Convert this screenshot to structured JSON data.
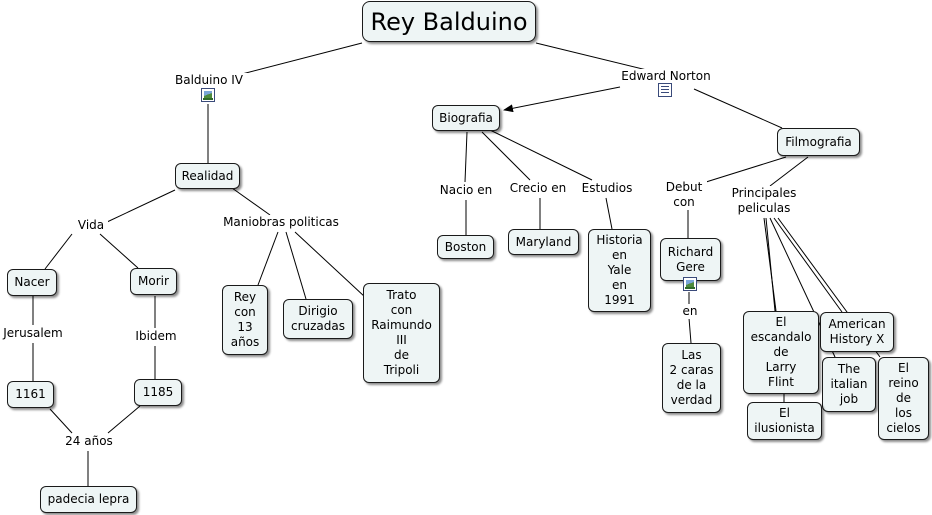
{
  "title": "Rey Balduino",
  "balduino": {
    "label": "Balduino IV",
    "realidad": "Realidad",
    "vida": "Vida",
    "nacer": "Nacer",
    "morir": "Morir",
    "jerusalem": "Jerusalem",
    "ibidem": "Ibidem",
    "year_birth": "1161",
    "year_death": "1185",
    "age": "24 años",
    "illness": "padecia lepra",
    "maniobras": "Maniobras politicas",
    "rey_13": "Rey\ncon\n13\naños",
    "cruzadas": "Dirigio\ncruzadas",
    "trato": "Trato\ncon\nRaimundo\nIII\nde\nTripoli"
  },
  "norton": {
    "label": "Edward Norton",
    "biografia": "Biografia",
    "nacio_en": "Nacio en",
    "crecio_en": "Crecio en",
    "estudios": "Estudios",
    "boston": "Boston",
    "maryland": "Maryland",
    "historia": "Historia\nen\nYale\nen\n1991",
    "filmografia": "Filmografia",
    "debut_con": "Debut\ncon",
    "principales": "Principales\npeliculas",
    "richard_gere": "Richard\nGere",
    "en": "en",
    "las_2_caras": "Las\n2 caras\nde la\nverdad",
    "larry_flint": "El\nescandalo\nde\nLarry\nFlint",
    "american_history": "American\nHistory X",
    "italian_job": "The\nitalian\njob",
    "reino_cielos": "El\nreino\nde\nlos\ncielos",
    "ilusionista": "El\nilusionista"
  },
  "icons": {
    "balduino_icon": "image-icon",
    "norton_icon": "document-icon",
    "richard_icon": "image-icon"
  },
  "colors": {
    "node_fill": "#eef5f5",
    "node_border": "#1a1a1a",
    "link": "#000000"
  }
}
